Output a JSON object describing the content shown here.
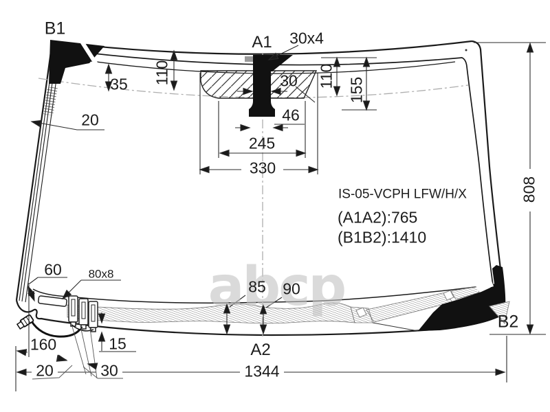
{
  "labels": {
    "b1": "B1",
    "a1": "A1",
    "a2": "A2",
    "b2": "B2",
    "sensor_mark": "30x4",
    "top_band_height": "110",
    "top_band_inner": "35",
    "edge_offset_top": "20",
    "bracket_width": "30",
    "mirror_height": "110",
    "mirror_total_height": "155",
    "bracket_foot": "46",
    "mirror_width_inner": "245",
    "mirror_width_outer": "330",
    "glass_height": "808",
    "part_number": "IS-05-VCPH LFW/H/X",
    "a1a2": "(A1A2):765",
    "b1b2": "(B1B2):1410",
    "corner_band": "60",
    "slot": "80x8",
    "connector_offset": "160",
    "edge_offset_bottom": "15",
    "bottom_left_offset": "20",
    "connector_spacing": "30",
    "band_height_left": "85",
    "band_height_center": "90",
    "glass_width": "1344",
    "watermark": "abcp"
  },
  "colors": {
    "line": "#1a1a1a",
    "frit_black": "#111111",
    "hatch_gray": "#8a8a8a",
    "watermark_gray": "#c3c3c3"
  }
}
